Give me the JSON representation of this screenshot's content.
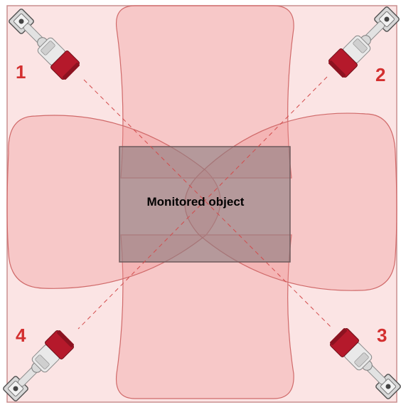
{
  "monitored_object": {
    "label": "Monitored object"
  },
  "cameras": [
    {
      "number": "1"
    },
    {
      "number": "2"
    },
    {
      "number": "3"
    },
    {
      "number": "4"
    }
  ],
  "colors": {
    "page_fill": "#fbe4e4",
    "page_border": "#c98f8f",
    "coverage_fill": "#f08e8e",
    "coverage_stroke": "#d06a6a",
    "object_fill": "#8d7d7f",
    "object_stroke": "#6e5a5c",
    "sightline": "#d24c4c",
    "number_color": "#d32f2f",
    "camera_body": "#e6e6e6",
    "camera_lens": "#b5192b",
    "mount_plate": "#d8d8d8"
  },
  "icons": [
    "camera-icon",
    "wall-mount-icon"
  ]
}
